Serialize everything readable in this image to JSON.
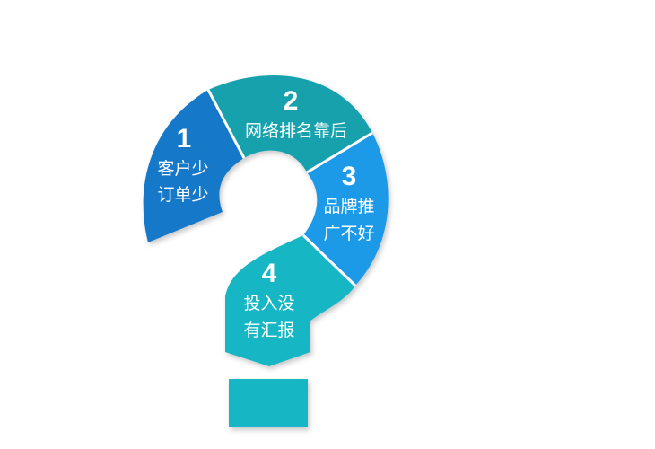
{
  "segments": [
    {
      "number": "1",
      "lines": [
        "客户少",
        "订单少"
      ],
      "color": "#1878c8"
    },
    {
      "number": "2",
      "lines": [
        "网络排名靠后"
      ],
      "color": "#17a1ad"
    },
    {
      "number": "3",
      "lines": [
        "品牌推",
        "广不好"
      ],
      "color": "#1e9ae8"
    },
    {
      "number": "4",
      "lines": [
        "投入没",
        "有汇报"
      ],
      "color": "#13b6c4"
    }
  ],
  "dot_color": "#13b6c4"
}
